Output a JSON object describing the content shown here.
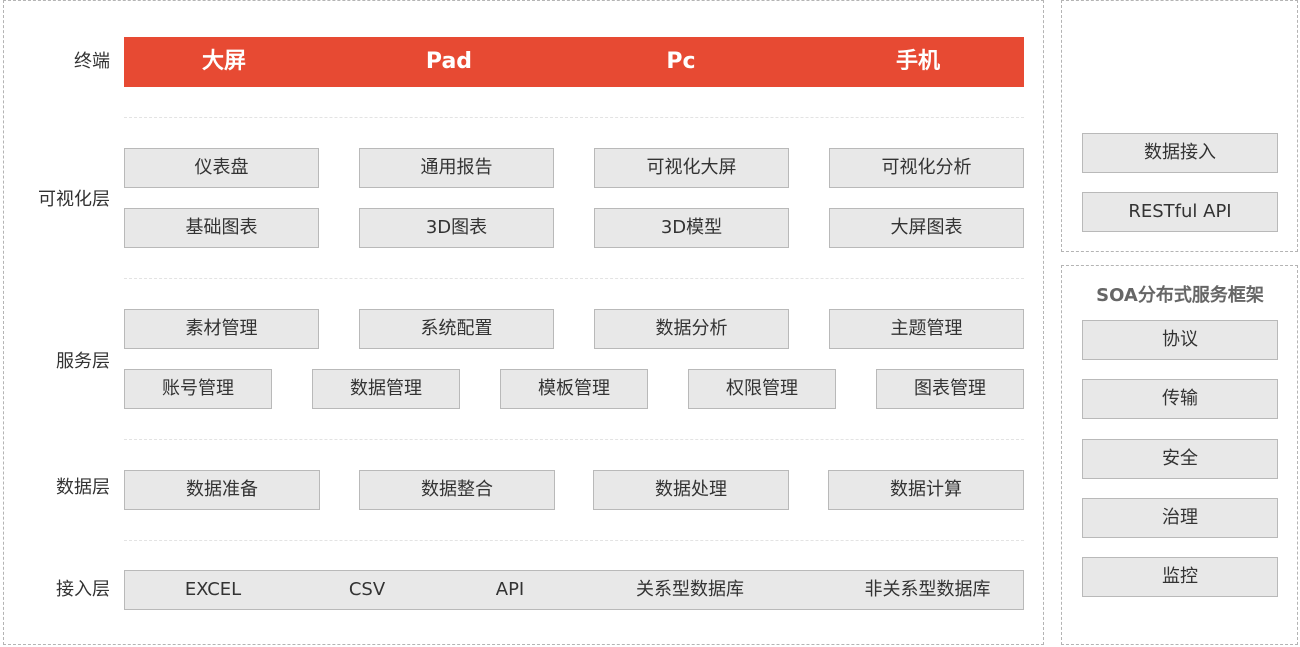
{
  "labels": {
    "terminal": "终端",
    "visualization": "可视化层",
    "service": "服务层",
    "data": "数据层",
    "access": "接入层"
  },
  "terminals": [
    "大屏",
    "Pad",
    "Pc",
    "手机"
  ],
  "visualization": {
    "row1": [
      "仪表盘",
      "通用报告",
      "可视化大屏",
      "可视化分析"
    ],
    "row2": [
      "基础图表",
      "3D图表",
      "3D模型",
      "大屏图表"
    ]
  },
  "service": {
    "row1": [
      "素材管理",
      "系统配置",
      "数据分析",
      "主题管理"
    ],
    "row2": [
      "账号管理",
      "数据管理",
      "模板管理",
      "权限管理",
      "图表管理"
    ]
  },
  "data_layer": [
    "数据准备",
    "数据整合",
    "数据处理",
    "数据计算"
  ],
  "access_layer": [
    "EXCEL",
    "CSV",
    "API",
    "关系型数据库",
    "非关系型数据库"
  ],
  "right_top": [
    "数据接入",
    "RESTful API"
  ],
  "soa": {
    "title": "SOA分布式服务框架",
    "items": [
      "协议",
      "传输",
      "安全",
      "治理",
      "监控"
    ]
  },
  "colors": {
    "accent": "#e74a33",
    "box_fill": "#e8e8e8",
    "box_border": "#b9b9b9"
  }
}
